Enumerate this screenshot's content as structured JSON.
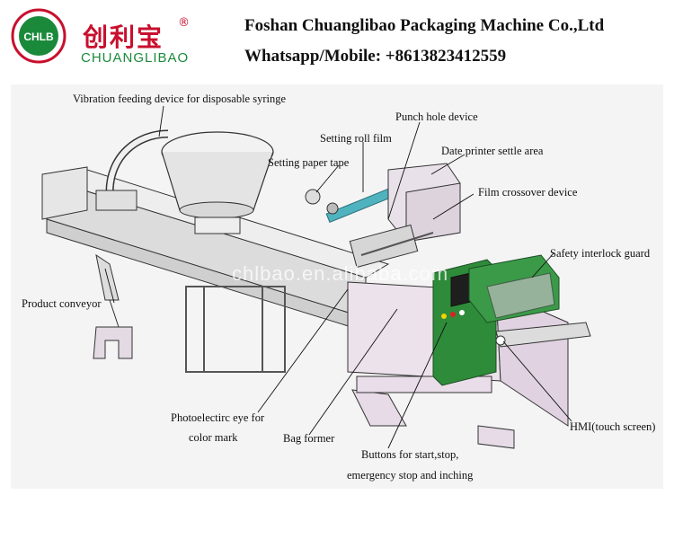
{
  "header": {
    "logo_chinese": "创利宝",
    "logo_registered": "®",
    "logo_english": "CHUANGLIBAO",
    "logo_badge_text": "CHLB",
    "company_name": "Foshan Chuanglibao Packaging Machine Co.,Ltd",
    "contact": "Whatsapp/Mobile: +8613823412559"
  },
  "diagram": {
    "watermark": "chlbao.en.alibaba.com",
    "labels": {
      "vibration_feeding": "Vibration feeding device for disposable syringe",
      "punch_hole": "Punch hole device",
      "setting_roll_film": "Setting roll film",
      "date_printer": "Date printer settle area",
      "setting_paper_tape": "Setting paper tape",
      "film_crossover": "Film crossover device",
      "safety_interlock": "Safety interlock guard",
      "product_conveyor": "Product conveyor",
      "hmi": "HMI(touch screen)",
      "photoelectric_line1": "Photoelectirc eye for",
      "photoelectric_line2": "color mark",
      "bag_former": "Bag former",
      "buttons_line1": "Buttons for start,stop,",
      "buttons_line2": "emergency stop and inching"
    }
  },
  "colors": {
    "brand_red": "#c8102e",
    "brand_green": "#1a8a3a",
    "guard_green": "#2e8b3a",
    "frame_pink": "#e8cfe0",
    "shaft_teal": "#4fb3bf"
  }
}
